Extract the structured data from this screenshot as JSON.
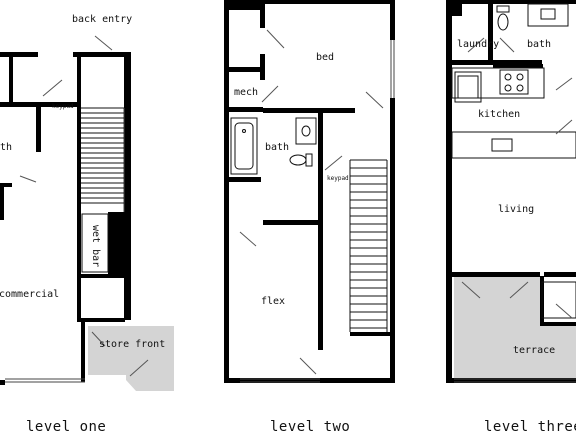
{
  "levels": [
    {
      "caption": "level one",
      "rooms": {
        "back_entry": "back entry",
        "bath_partial": "th",
        "commercial": "commercial",
        "wet_bar": "wet bar",
        "store_front": "store front"
      },
      "keypad": "keypad"
    },
    {
      "caption": "level two",
      "rooms": {
        "bed": "bed",
        "mech": "mech",
        "bath": "bath",
        "flex": "flex"
      },
      "keypad": "keypad"
    },
    {
      "caption": "level three",
      "rooms": {
        "laundry": "laundry",
        "bath": "bath",
        "kitchen": "kitchen",
        "living": "living",
        "terrace": "terrace"
      }
    }
  ],
  "colors": {
    "wall": "#000000",
    "paved": "#d4d4d4",
    "line": "#444444"
  }
}
